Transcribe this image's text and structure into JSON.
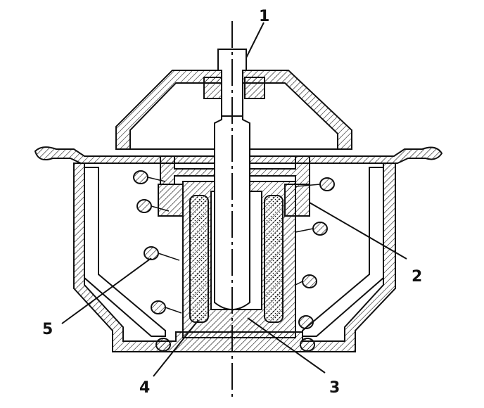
{
  "diagram": {
    "callouts": [
      {
        "id": "1",
        "label": "1",
        "part": "valve-stem"
      },
      {
        "id": "2",
        "label": "2",
        "part": "main-spring"
      },
      {
        "id": "3",
        "label": "3",
        "part": "wax-element-core"
      },
      {
        "id": "4",
        "label": "4",
        "part": "wax-filling"
      },
      {
        "id": "5",
        "label": "5",
        "part": "return-spring"
      }
    ],
    "colors": {
      "ink": "#111111",
      "paper": "#ffffff",
      "hatch": "#111111"
    }
  }
}
